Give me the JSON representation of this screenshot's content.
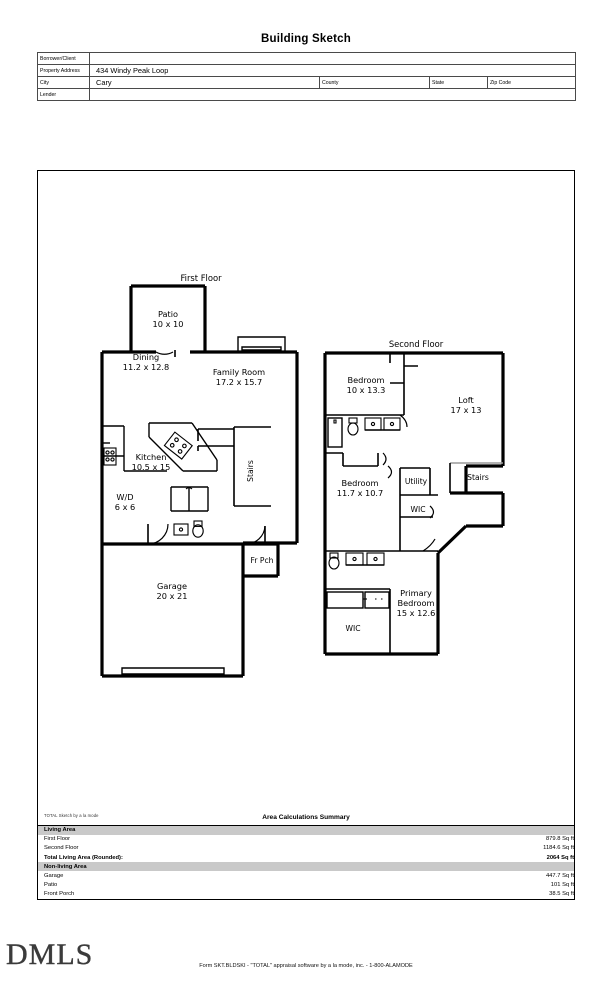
{
  "page": {
    "title": "Building Sketch",
    "footer_form": "Form SKT.BLDSKI - \"TOTAL\" appraisal software by a la mode, inc. - 1-800-ALAMODE",
    "watermark": "DMLS"
  },
  "info": {
    "rows": [
      {
        "label": "Borrower/Client",
        "value": ""
      },
      {
        "label": "Property Address",
        "value": "434 Windy Peak Loop"
      }
    ],
    "city_label": "City",
    "city_value": "Cary",
    "county_label": "County",
    "county_value": "",
    "state_label": "State",
    "state_value": "",
    "zip_label": "Zip Code",
    "zip_value": "",
    "lender_label": "Lender",
    "lender_value": ""
  },
  "floors": {
    "first": {
      "title": "First Floor",
      "rooms": [
        {
          "name": "Patio",
          "dims": "10 x 10"
        },
        {
          "name": "Dining",
          "dims": "11.2 x 12.8"
        },
        {
          "name": "Family Room",
          "dims": "17.2 x 15.7"
        },
        {
          "name": "Kitchen",
          "dims": "10.5 x 15"
        },
        {
          "name": "W/D",
          "dims": "6 x 6"
        },
        {
          "name": "Garage",
          "dims": "20 x 21"
        },
        {
          "name": "Fr Pch",
          "dims": ""
        },
        {
          "name": "Stairs",
          "dims": ""
        }
      ]
    },
    "second": {
      "title": "Second Floor",
      "rooms": [
        {
          "name": "Bedroom",
          "dims": "10 x 13.3"
        },
        {
          "name": "Loft",
          "dims": "17 x 13"
        },
        {
          "name": "Bedroom",
          "dims": "11.7 x 10.7"
        },
        {
          "name": "Primary Bedroom",
          "dims": "15 x 12.6"
        },
        {
          "name": "Utility",
          "dims": ""
        },
        {
          "name": "WIC",
          "dims": ""
        },
        {
          "name": "WIC",
          "dims": ""
        },
        {
          "name": "Stairs",
          "dims": ""
        }
      ]
    }
  },
  "summary": {
    "credit": "TOTAL Sketch by a la mode",
    "title": "Area Calculations Summary",
    "sections": [
      {
        "heading": "Living Area",
        "rows": [
          {
            "label": "First Floor",
            "amount": "879.8 Sq ft"
          },
          {
            "label": "Second Floor",
            "amount": "1184.6 Sq ft"
          },
          {
            "label": "Total Living Area (Rounded):",
            "amount": "2064 Sq ft",
            "total": true
          }
        ]
      },
      {
        "heading": "Non-living Area",
        "rows": [
          {
            "label": "Garage",
            "amount": "447.7 Sq ft"
          },
          {
            "label": "Patio",
            "amount": "101 Sq ft"
          },
          {
            "label": "Front Porch",
            "amount": "38.5 Sq ft"
          }
        ]
      }
    ]
  }
}
